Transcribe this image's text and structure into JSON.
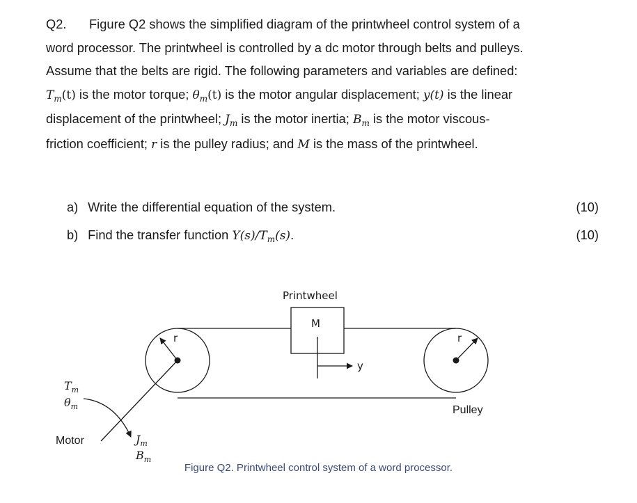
{
  "question": {
    "number": "Q2.",
    "line1": "Figure Q2 shows the simplified diagram of the printwheel control system of a",
    "line2": "word processor. The printwheel is controlled by a dc motor through belts and pulleys.",
    "line3": "Assume that the belts are rigid. The following parameters and variables are defined:",
    "line4": {
      "a_sym": "T",
      "a_sub": "m",
      "a_arg": "(t)",
      "a_text": " is the motor torque; ",
      "b_sym": "θ",
      "b_sub": "m",
      "b_arg": "(t)",
      "b_text": " is the motor angular displacement; ",
      "c_sym": "y(t)",
      "c_text": " is the linear"
    },
    "line5": {
      "text1": "displacement of the printwheel; ",
      "j_sym": "J",
      "j_sub": "m",
      "j_text": " is the motor inertia; ",
      "b_sym": "B",
      "b_sub": "m",
      "b_text": " is the motor viscous-"
    },
    "line6": {
      "text1": "friction coefficient; ",
      "r_sym": "r",
      "r_text": " is the pulley radius; and ",
      "m_sym": "M",
      "m_text": " is the mass of the printwheel."
    }
  },
  "parts": [
    {
      "label": "a)",
      "text": "Write the differential equation of the system.",
      "marks": "(10)"
    },
    {
      "label": "b)",
      "text": "Find the transfer function ",
      "tf_num": "Y(s)/T",
      "tf_sub": "m",
      "tf_den": "(s)",
      "text_end": ".",
      "marks": "(10)"
    }
  ],
  "figure": {
    "printwheel_label": "Printwheel",
    "mass_label": "M",
    "y_label": "y",
    "r_left": "r",
    "r_right": "r",
    "pulley_label": "Pulley",
    "motor_label": "Motor",
    "tm_sym": "T",
    "tm_sub": "m",
    "theta_sym": "θ",
    "theta_sub": "m",
    "jm_sym": "J",
    "jm_sub": "m",
    "bm_sym": "B",
    "bm_sub": "m",
    "caption": "Figure Q2.  Printwheel control system of a word processor."
  }
}
